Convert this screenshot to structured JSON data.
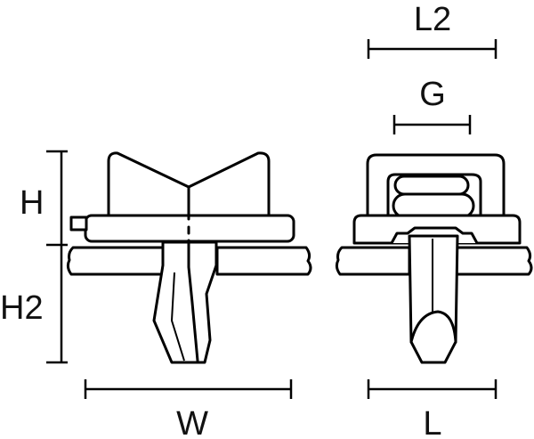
{
  "diagram": {
    "labels": {
      "H": "H",
      "H2": "H2",
      "W": "W",
      "L": "L",
      "L2": "L2",
      "G": "G"
    },
    "colors": {
      "line": "#000000",
      "background": "#ffffff"
    }
  }
}
